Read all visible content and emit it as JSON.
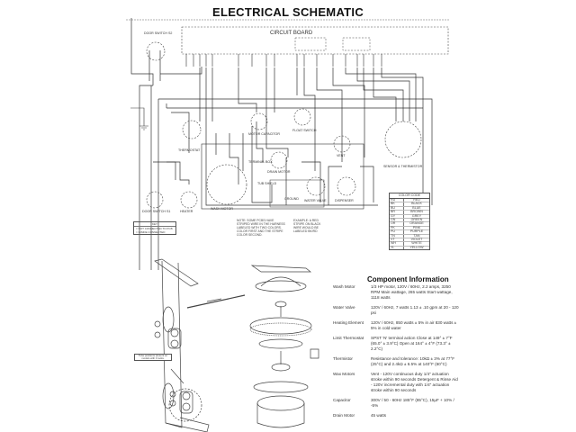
{
  "title": "ELECTRICAL SCHEMATIC",
  "schematic": {
    "circuit_board_label": "CIRCUIT BOARD",
    "components": [
      {
        "id": "door-switch-s2",
        "label": "DOOR SWITCH S2"
      },
      {
        "id": "thermostat",
        "label": "THERMOSTAT"
      },
      {
        "id": "motor-capacitor",
        "label": "MOTOR CAPACITOR"
      },
      {
        "id": "float-switch",
        "label": "FLOAT SWITCH"
      },
      {
        "id": "vent",
        "label": "VENT"
      },
      {
        "id": "sensor-thermistor",
        "label": "SENSOR & THERMISTOR"
      },
      {
        "id": "terminal-box",
        "label": "TERMINAL BOX"
      },
      {
        "id": "tub-shield",
        "label": "TUB SHIELD"
      },
      {
        "id": "ground",
        "label": "GROUND"
      },
      {
        "id": "drain-motor",
        "label": "DRAIN MOTOR"
      },
      {
        "id": "water-valve",
        "label": "WATER VALVE"
      },
      {
        "id": "dispenser",
        "label": "DISPENSER"
      },
      {
        "id": "door-switch-s1",
        "label": "DOOR SWITCH S1"
      },
      {
        "id": "heater",
        "label": "HEATER"
      },
      {
        "id": "wash-motor",
        "label": "WASH MOTOR"
      }
    ],
    "wash_motor_windings": [
      "START",
      "RUN",
      "COMMON"
    ],
    "key": {
      "title": "KEY",
      "items": [
        "= NOT CONNECTED TO PCB",
        "= INSIDE CONNECTED"
      ]
    },
    "note": "NOTE: SOME PCBS HAVE STRIPED WIRE IN THE HARNESS LABELED WITH TWO COLORS. COLOR FIRST AND THE STRIPE COLOR SECOND.",
    "example": "EXAMPLE: A RED STRIPE ON BLACK WIRE WOULD BE LABELED BK/RD",
    "color_code": {
      "title": "COLOR CODE",
      "rows": [
        {
          "code": "RD",
          "color": "RED"
        },
        {
          "code": "BK",
          "color": "BLACK"
        },
        {
          "code": "BU",
          "color": "BLUE"
        },
        {
          "code": "BR",
          "color": "BROWN"
        },
        {
          "code": "GY",
          "color": "GREY"
        },
        {
          "code": "GN",
          "color": "GREEN"
        },
        {
          "code": "OR",
          "color": "ORANGE"
        },
        {
          "code": "PK",
          "color": "PINK"
        },
        {
          "code": "PU",
          "color": "PURPLE"
        },
        {
          "code": "TN",
          "color": "TAN"
        },
        {
          "code": "VT",
          "color": "VIOLET"
        },
        {
          "code": "WH",
          "color": "WHITE"
        },
        {
          "code": "YL",
          "color": "YELLOW"
        }
      ]
    }
  },
  "exploded_view": {
    "callout": "Tube positions present on models with 3 racks."
  },
  "component_information": {
    "title": "Component Information",
    "items": [
      {
        "name": "Wash Motor",
        "spec": "1/3 HP motor, 120V / 60Hz, 2.2 amps, 3250 RPM Main wattage, 265 watts Start wattage, 1118 watts"
      },
      {
        "name": "Water Valve",
        "spec": "120V / 60Hz, 7 watts 1.13 ± .10 gpm at 20 - 120 psi"
      },
      {
        "name": "Heating Element",
        "spec": "120V / 60Hz, 850 watts ± 5% in air 830 watts ± 5% in cold water"
      },
      {
        "name": "Limit Thermostat",
        "spec": "SPST 'N' terminal action Close at 149° ± 7°F (65.0° ± 3.9°C) Open at 164° ± 4°F (73.3° ± 2.2°C)"
      },
      {
        "name": "Thermistor",
        "spec": "Resistance and tolerance: 10kΩ ± 3% at 77°F (25°C) and 2.4kΩ ± 6.5% at 140°F (60°C)"
      },
      {
        "name": "Wax Motors",
        "spec": "Vent - 120V continuous duty 1/4\" actuation stroke within 90 seconds Detergent & Rinse Aid - 120V incremental duty with 1/4\" actuation stroke within 90 seconds"
      },
      {
        "name": "Capacitor",
        "spec": "300V / 50 - 60Hz 185°F (85°C), 15μF + 10% / -5%"
      },
      {
        "name": "Drain Motor",
        "spec": "45 watts"
      }
    ]
  }
}
